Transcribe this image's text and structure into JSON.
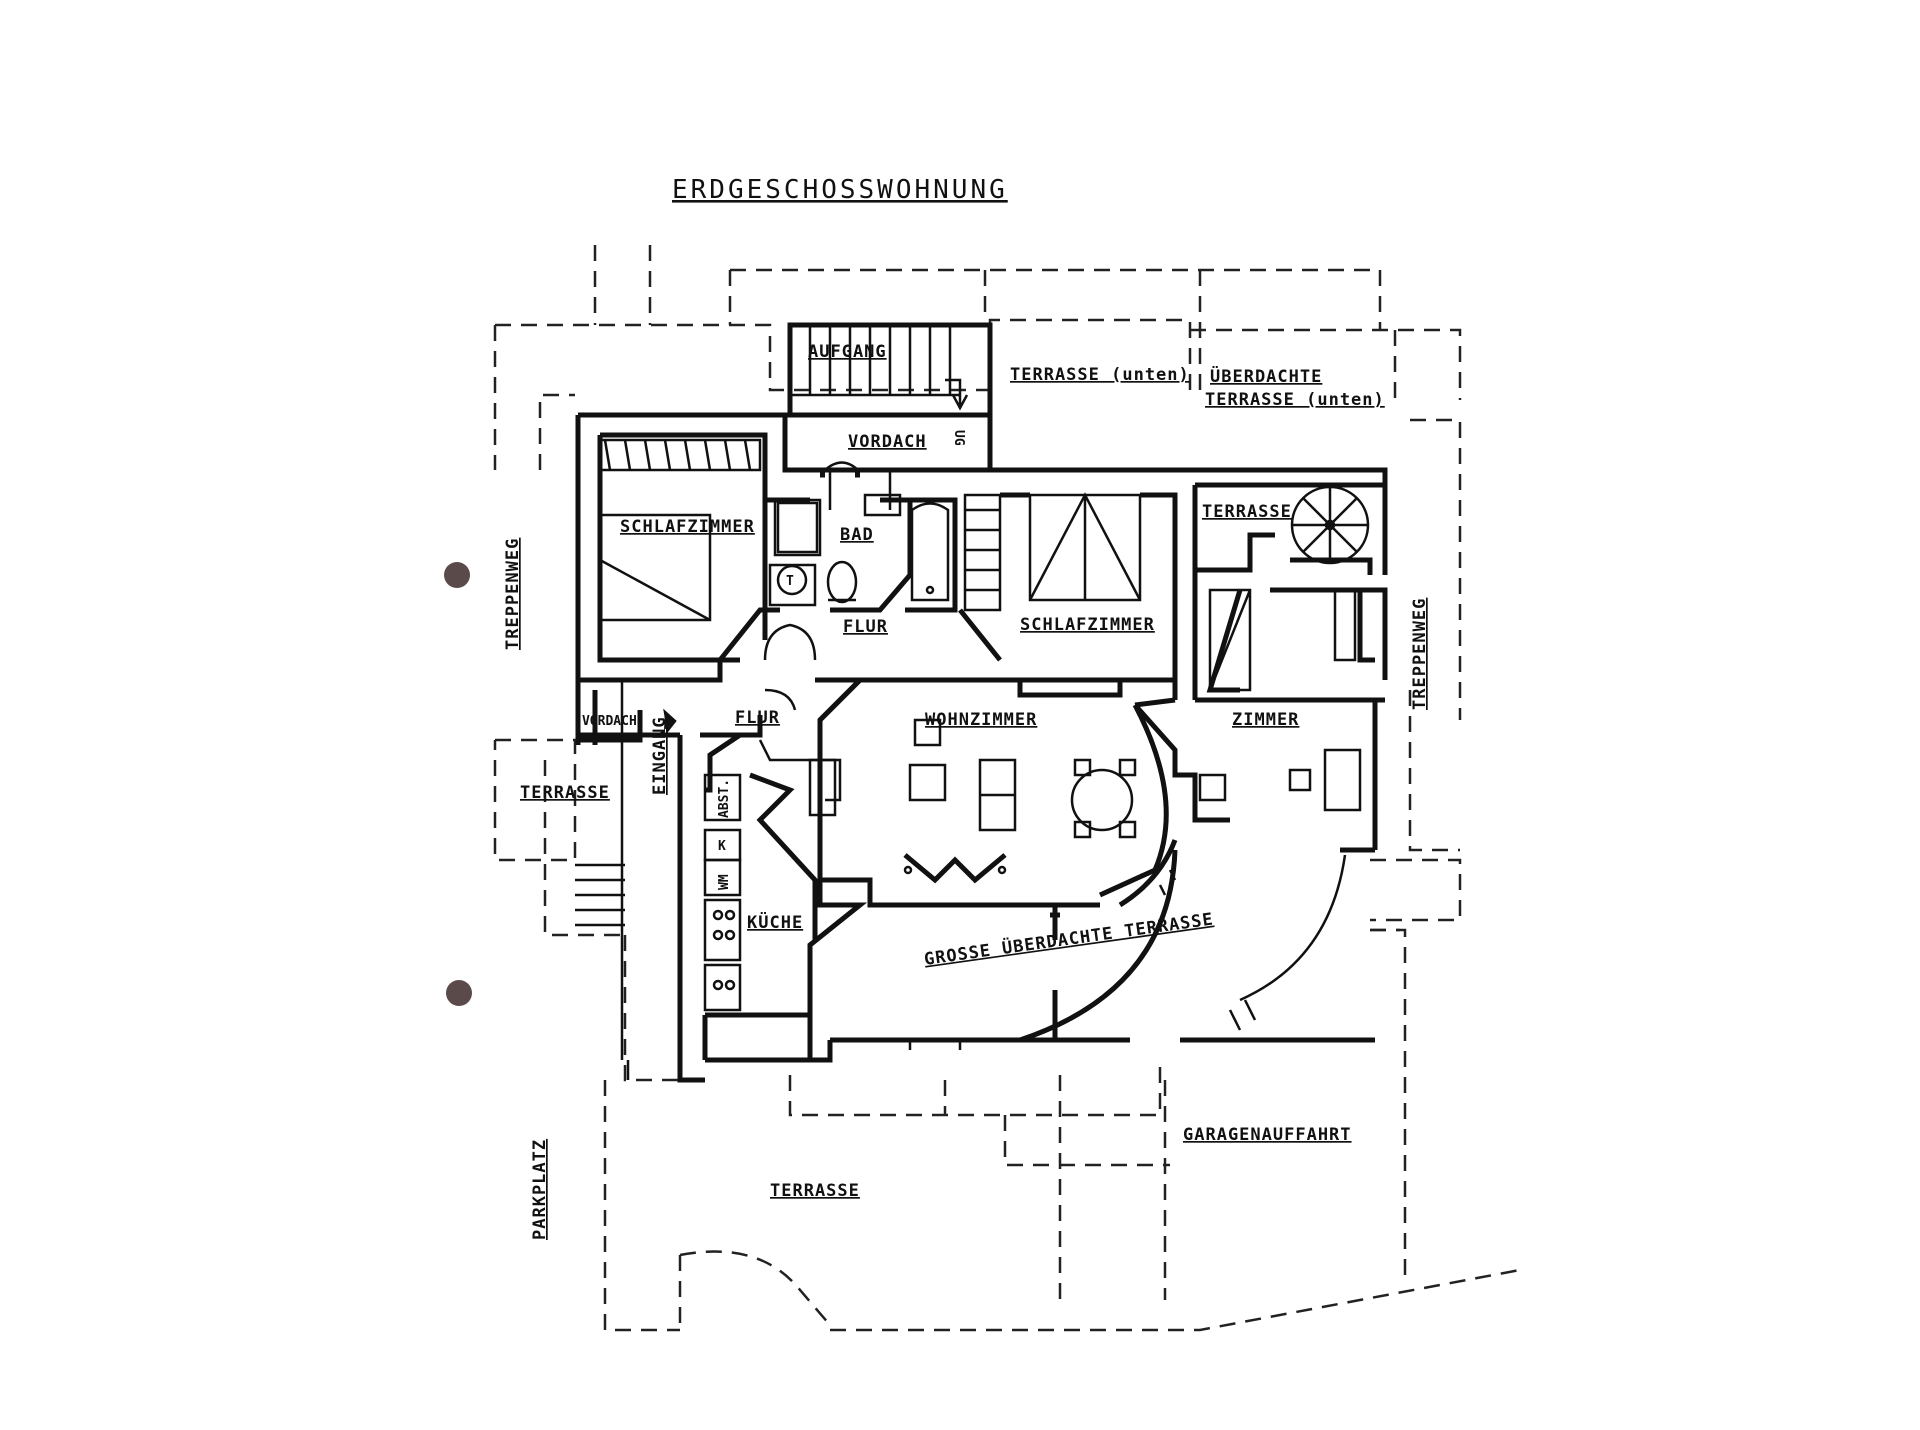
{
  "title": "ERDGESCHOSSWOHNUNG",
  "rooms": {
    "aufgang": "AUFGANG",
    "ug": "UG",
    "terrasse_unten": "TERRASSE (unten)",
    "ueberdachte_1": "ÜBERDACHTE",
    "ueberdachte_2": "TERRASSE (unten)",
    "vordach_top": "VORDACH",
    "schlafzimmer_left": "SCHLAFZIMMER",
    "bad": "BAD",
    "flur_top": "FLUR",
    "schlafzimmer_mid": "SCHLAFZIMMER",
    "terrasse_small": "TERRASSE",
    "treppenweg_left": "TREPPENWEG",
    "treppenweg_right": "TREPPENWEG",
    "vordach_left": "VORDACH",
    "eingang": "EINGANG",
    "flur_mid": "FLUR",
    "wohnzimmer": "WOHNZIMMER",
    "zimmer": "ZIMMER",
    "terrasse_left": "TERRASSE",
    "abst": "ABST.",
    "k": "K",
    "wm": "WM",
    "kueche": "KÜCHE",
    "grosse": "GROSSE ÜBERDACHTE TERRASSE",
    "garagenauffahrt": "GARAGENAUFFAHRT",
    "parkplatz": "PARKPLATZ",
    "terrasse_bottom": "TERRASSE",
    "wc": "T"
  }
}
